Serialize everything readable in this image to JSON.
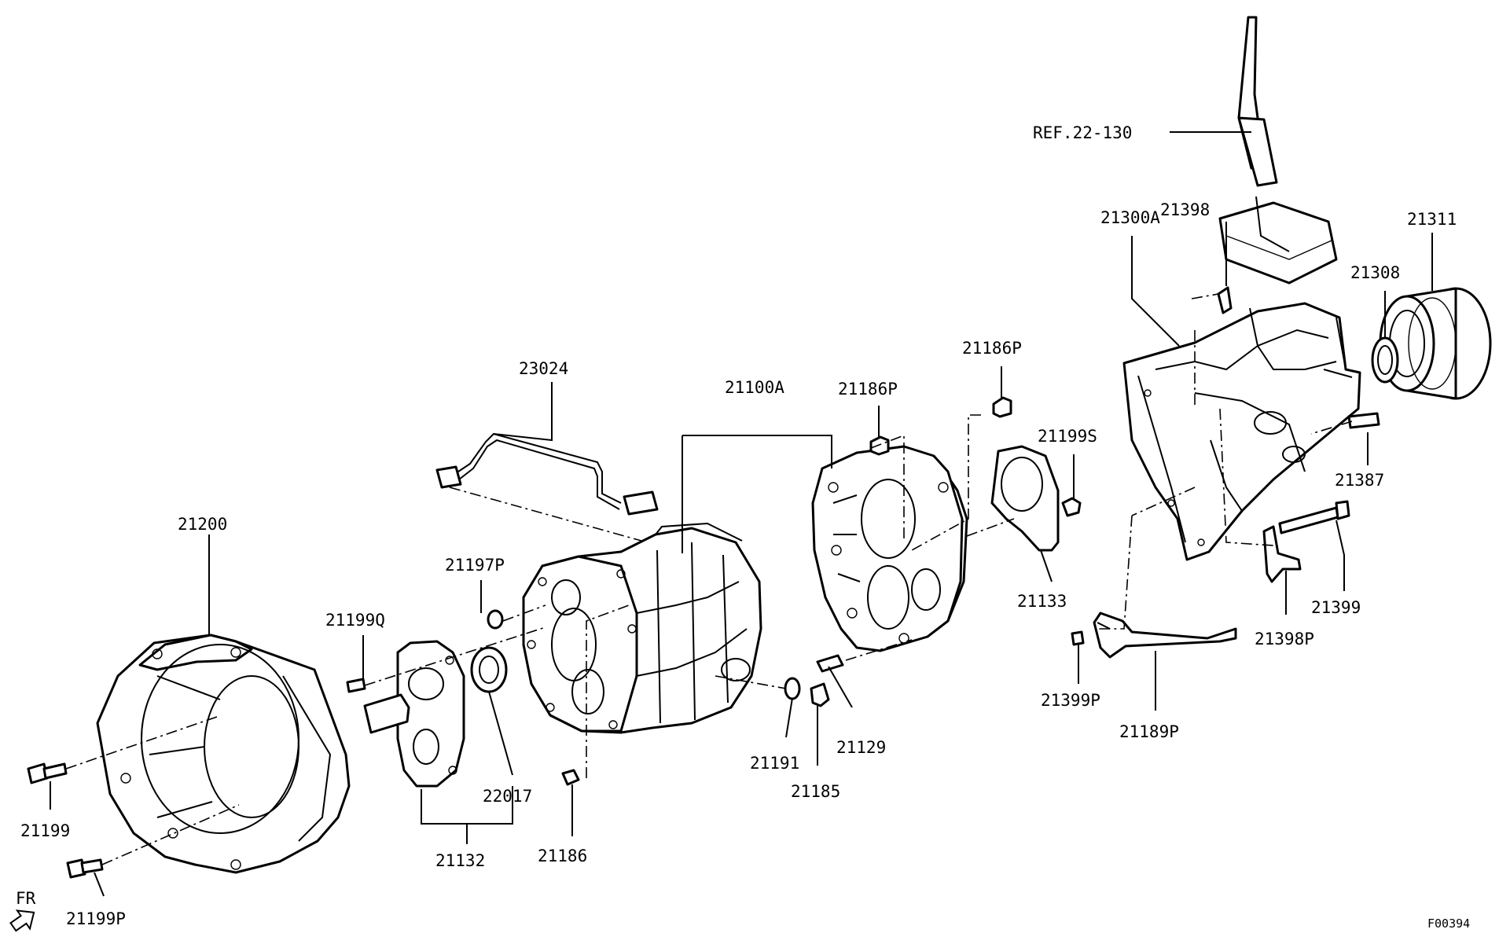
{
  "labels": {
    "ref": "REF.22-130",
    "p21398": "21398",
    "p21311": "21311",
    "p21300A": "21300A",
    "p21308": "21308",
    "p21186P_upper": "21186P",
    "p23024": "23024",
    "p21100A": "21100A",
    "p21186P_mid": "21186P",
    "p21199S": "21199S",
    "p21387": "21387",
    "p21200": "21200",
    "p21197P": "21197P",
    "p21133": "21133",
    "p21399": "21399",
    "p21199Q": "21199Q",
    "p21398P": "21398P",
    "p21399P": "21399P",
    "p21189P": "21189P",
    "p21191": "21191",
    "p21129": "21129",
    "p21185": "21185",
    "p22017": "22017",
    "p21199": "21199",
    "p21186": "21186",
    "p21132": "21132",
    "p21199P": "21199P",
    "fr": "FR",
    "code": "F00394"
  }
}
